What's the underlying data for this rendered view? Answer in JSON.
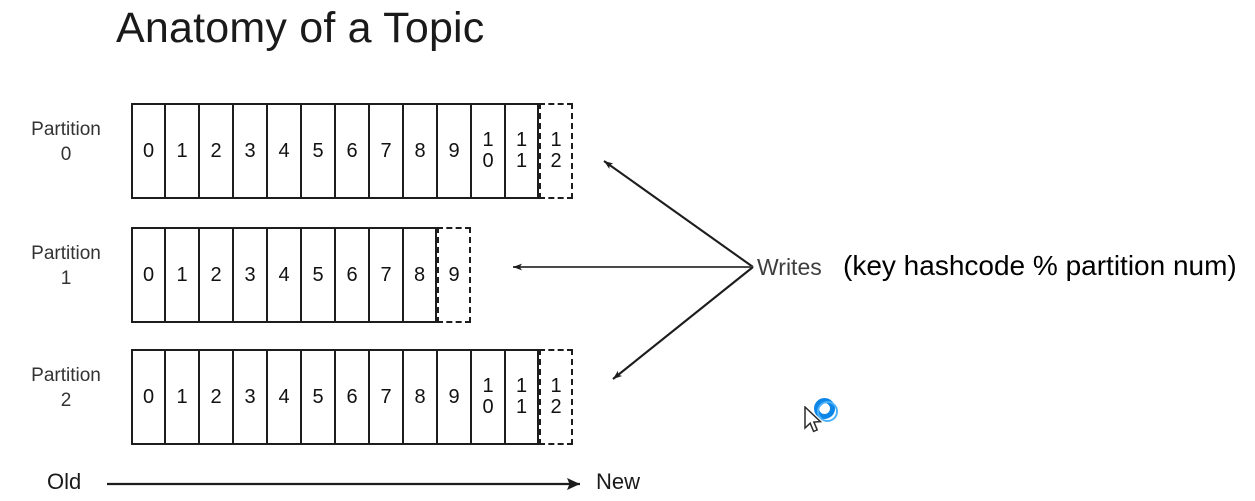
{
  "slide": {
    "title": "Anatomy of a Topic",
    "background_color": "#ffffff",
    "ink_color": "#1d1d1d"
  },
  "partitions": [
    {
      "label": "Partition\n0",
      "name": "Partition 0",
      "committed": [
        "0",
        "1",
        "2",
        "3",
        "4",
        "5",
        "6",
        "7",
        "8",
        "9",
        "10",
        "11"
      ],
      "pending": "12"
    },
    {
      "label": "Partition\n1",
      "name": "Partition 1",
      "committed": [
        "0",
        "1",
        "2",
        "3",
        "4",
        "5",
        "6",
        "7",
        "8"
      ],
      "pending": "9"
    },
    {
      "label": "Partition\n2",
      "name": "Partition 2",
      "committed": [
        "0",
        "1",
        "2",
        "3",
        "4",
        "5",
        "6",
        "7",
        "8",
        "9",
        "10",
        "11"
      ],
      "pending": "12"
    }
  ],
  "writes": {
    "label": "Writes",
    "label_color": "#3d3d3d",
    "formula": "(key hashcode % partition num)",
    "formula_color": "#000000"
  },
  "age_axis": {
    "old_label": "Old",
    "new_label": "New"
  },
  "cursor": {
    "icon": "pointer-arrow-with-busy-ring",
    "ring_color": "#0c86e8",
    "ring_highlight_color": "#4db2f7"
  }
}
